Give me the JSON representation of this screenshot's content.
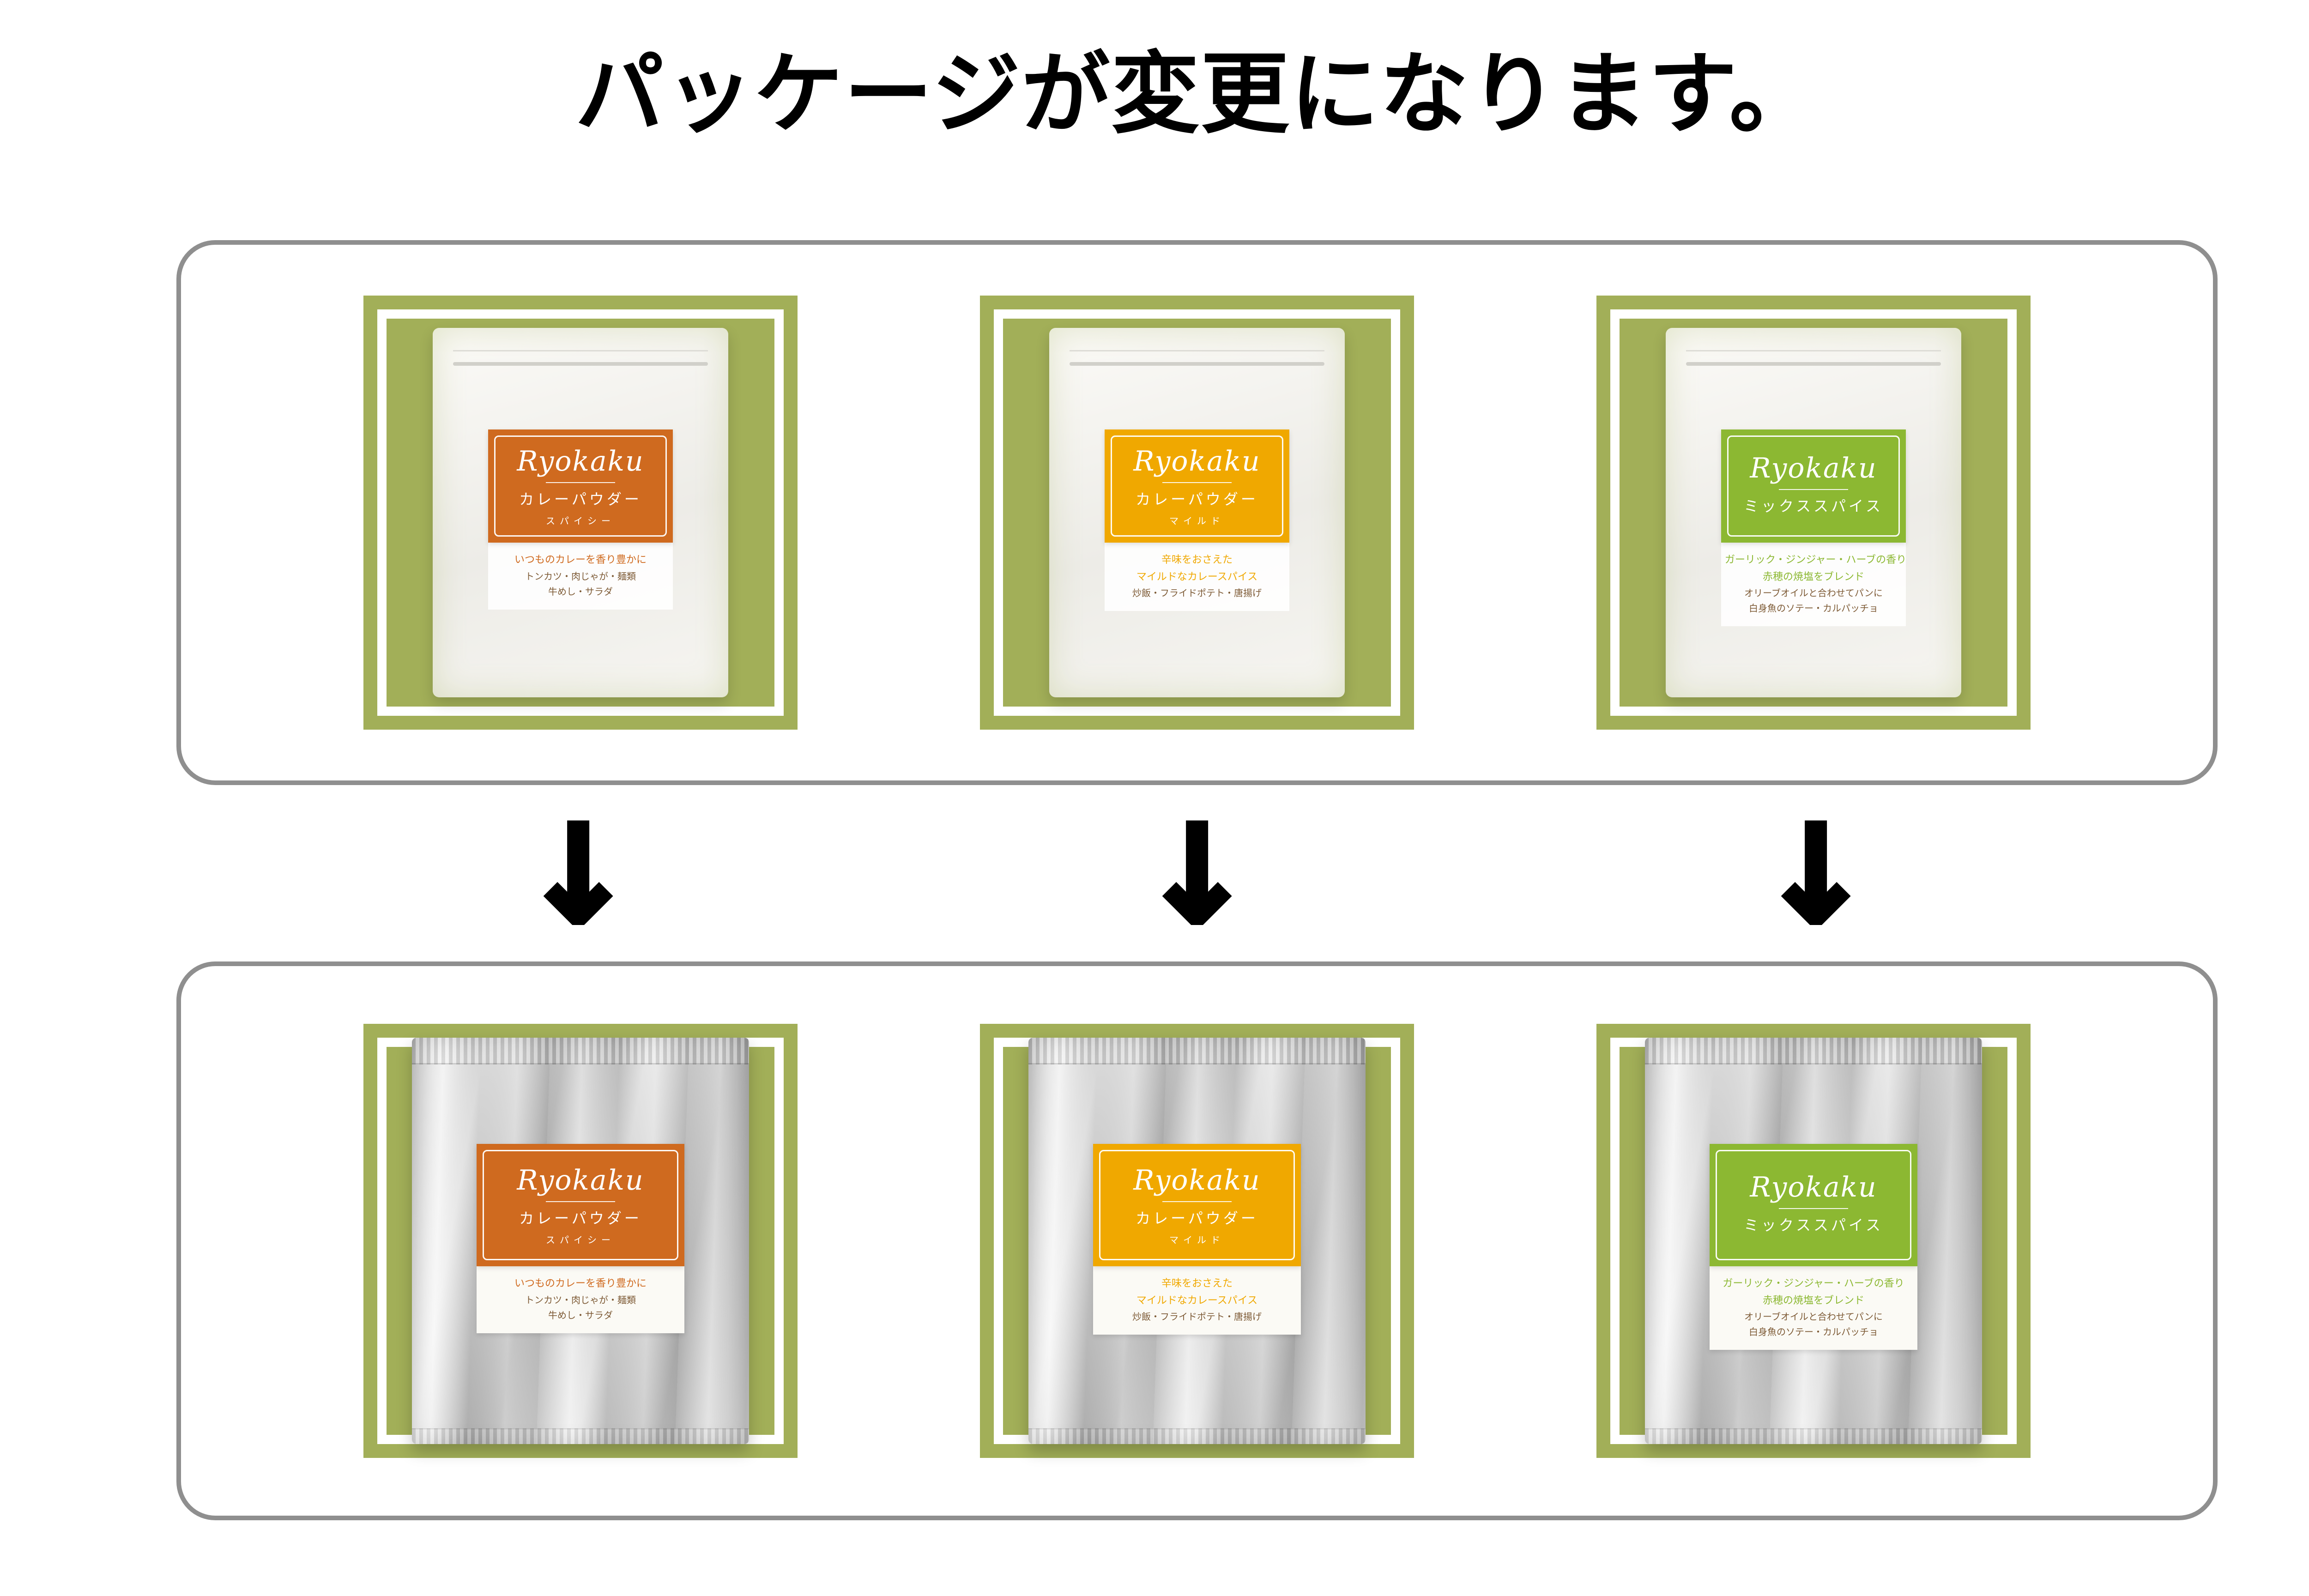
{
  "page": {
    "title": "パッケージが変更になります。"
  },
  "icons": {
    "down_arrow": "↓"
  },
  "colors": {
    "tile_background": "#a2af58",
    "panel_border": "#8f8f8f",
    "desc_text": "#7d5a35"
  },
  "products": [
    {
      "brand": "Ryokaku",
      "name": "カレーパウダー",
      "variant": "スパイシー",
      "label_color": "#cf6a1f",
      "desc_primary": [
        "いつものカレーを香り豊かに"
      ],
      "desc_secondary": [
        "トンカツ・肉じゃが・麺類",
        "牛めし・サラダ"
      ]
    },
    {
      "brand": "Ryokaku",
      "name": "カレーパウダー",
      "variant": "マイルド",
      "label_color": "#f0a800",
      "desc_primary": [
        "辛味をおさえた",
        "マイルドなカレースパイス"
      ],
      "desc_secondary": [
        "炒飯・フライドポテト・唐揚げ"
      ]
    },
    {
      "brand": "Ryokaku",
      "name": "ミックススパイス",
      "variant": "",
      "label_color": "#8cb832",
      "desc_primary": [
        "ガーリック・ジンジャー・ハーブの香り",
        "赤穂の焼塩をブレンド"
      ],
      "desc_secondary": [
        "オリーブオイルと合わせてパンに",
        "白身魚のソテー・カルパッチョ"
      ]
    }
  ]
}
